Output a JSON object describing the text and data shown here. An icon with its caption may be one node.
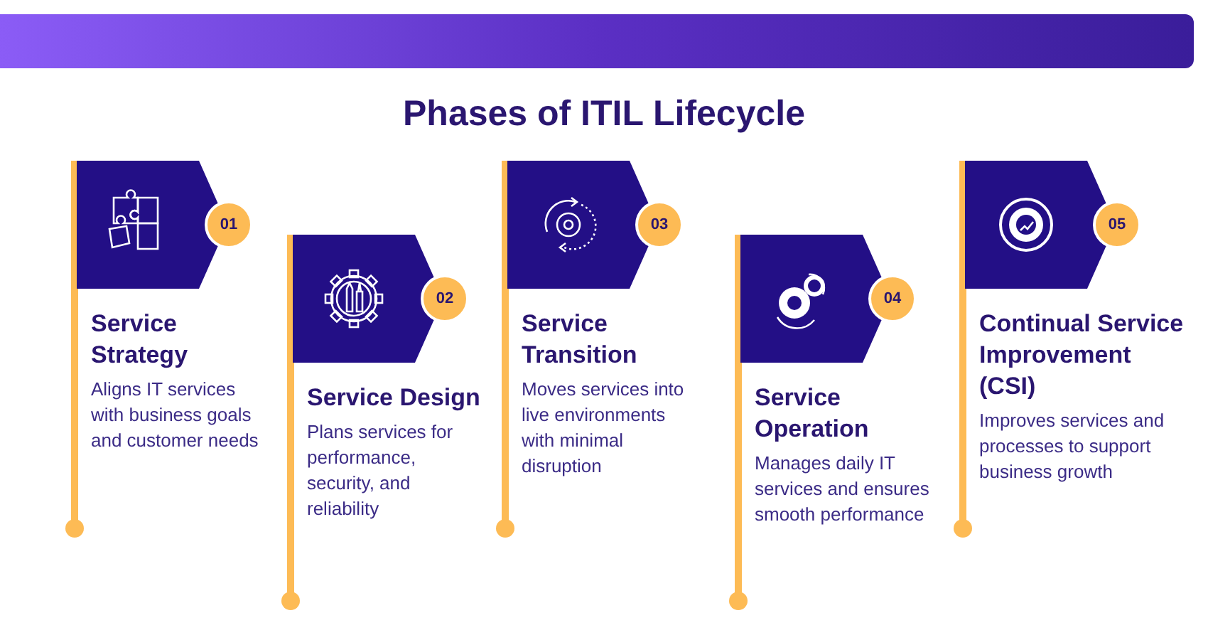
{
  "diagram": {
    "title": "Phases of ITIL Lifecycle",
    "nodes": [
      {
        "text": [
          "Service Strategy",
          "Aligns IT services with business goals and customer needs"
        ]
      },
      {
        "text": [
          "01"
        ],
        "in": 0
      },
      {
        "text": [
          "Service Design",
          "Plans services for performance, security, and reliability"
        ]
      },
      {
        "text": [
          "02"
        ],
        "in": 2
      },
      {
        "text": [
          "Service Transition",
          "Moves services into live environments with minimal disruption"
        ]
      },
      {
        "text": [
          "03"
        ],
        "in": 4
      },
      {
        "text": [
          "Service Operation",
          "Manages daily IT services and ensures smooth performance"
        ]
      },
      {
        "text": [
          "04"
        ],
        "in": 6
      },
      {
        "text": [
          "Continual Service Improvement (CSI)",
          "Improves services and processes to support business growth"
        ]
      },
      {
        "text": [
          "05"
        ],
        "in": 8
      }
    ]
  }
}
